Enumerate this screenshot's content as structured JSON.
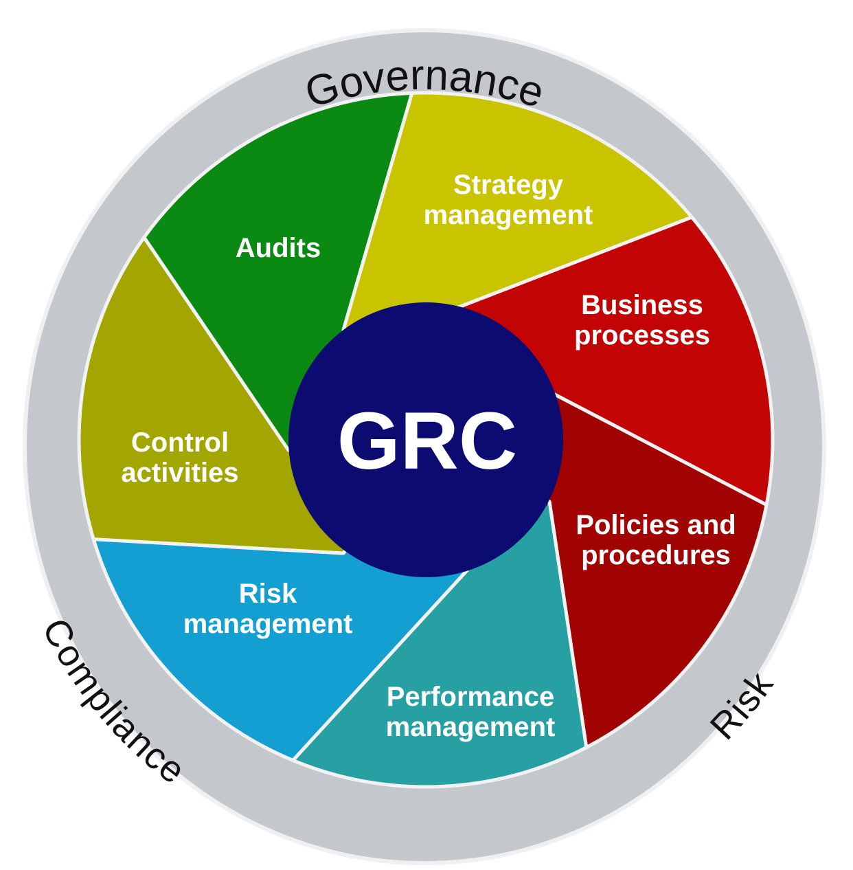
{
  "center": {
    "label": "GRC",
    "color": "#0b0b72"
  },
  "ring": {
    "color": "#c4c8cc",
    "labels": {
      "governance": "Governance",
      "compliance": "Compliance",
      "risk": "Risk"
    }
  },
  "segments": [
    {
      "id": "audits",
      "lines": [
        "Audits"
      ],
      "color": "#c9c400"
    },
    {
      "id": "strategy-management",
      "lines": [
        "Strategy",
        "management"
      ],
      "color": "#c20404"
    },
    {
      "id": "business-processes",
      "lines": [
        "Business",
        "processes"
      ],
      "color": "#a10202"
    },
    {
      "id": "policies-and-procedures",
      "lines": [
        "Policies and",
        "procedures"
      ],
      "color": "#27a0a3"
    },
    {
      "id": "performance-management",
      "lines": [
        "Performance",
        "management"
      ],
      "color": "#139fd2"
    },
    {
      "id": "risk-management",
      "lines": [
        "Risk",
        "management"
      ],
      "color": "#a3a500"
    },
    {
      "id": "control-activities",
      "lines": [
        "Control",
        "activities"
      ],
      "color": "#0a8a12"
    }
  ]
}
